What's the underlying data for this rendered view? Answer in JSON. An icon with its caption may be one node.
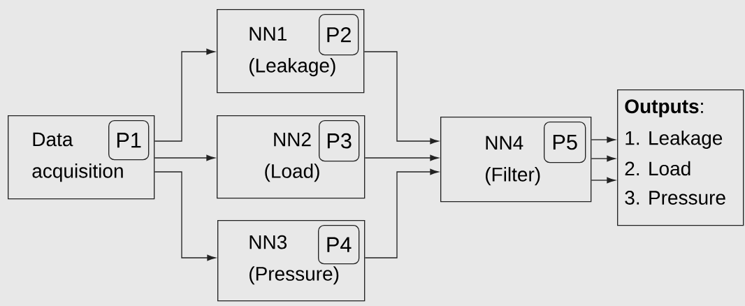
{
  "diagram": {
    "nodes": [
      {
        "text": [
          "Data acquisition"
        ]
      },
      {
        "text": [
          "P1"
        ],
        "in": 0
      },
      {
        "text": [
          "NN1 (Leakage)"
        ]
      },
      {
        "text": [
          "P2"
        ],
        "in": 2
      },
      {
        "text": [
          "NN2 (Load)"
        ]
      },
      {
        "text": [
          "P3"
        ],
        "in": 4
      },
      {
        "text": [
          "NN3 (Pressure)"
        ]
      },
      {
        "text": [
          "P4"
        ],
        "in": 6
      },
      {
        "text": [
          "NN4 (Filter)"
        ]
      },
      {
        "text": [
          "P5"
        ],
        "in": 8
      },
      {
        "text": [
          "**Outputs**:",
          "1. Leakage",
          "2. Load",
          "3. Pressure"
        ]
      }
    ],
    "edges": [
      {
        "from": 0,
        "to": 2,
        "arrow": "to"
      },
      {
        "from": 0,
        "to": 4,
        "arrow": "to"
      },
      {
        "from": 0,
        "to": 6,
        "arrow": "to"
      },
      {
        "from": 2,
        "to": 8,
        "arrow": "to"
      },
      {
        "from": 4,
        "to": 8,
        "arrow": "to"
      },
      {
        "from": 6,
        "to": 8,
        "arrow": "to"
      },
      {
        "from": 8,
        "to": 10,
        "arrow": "to"
      },
      {
        "from": 8,
        "to": 10,
        "arrow": "to"
      },
      {
        "from": 8,
        "to": 10,
        "arrow": "to"
      }
    ]
  }
}
